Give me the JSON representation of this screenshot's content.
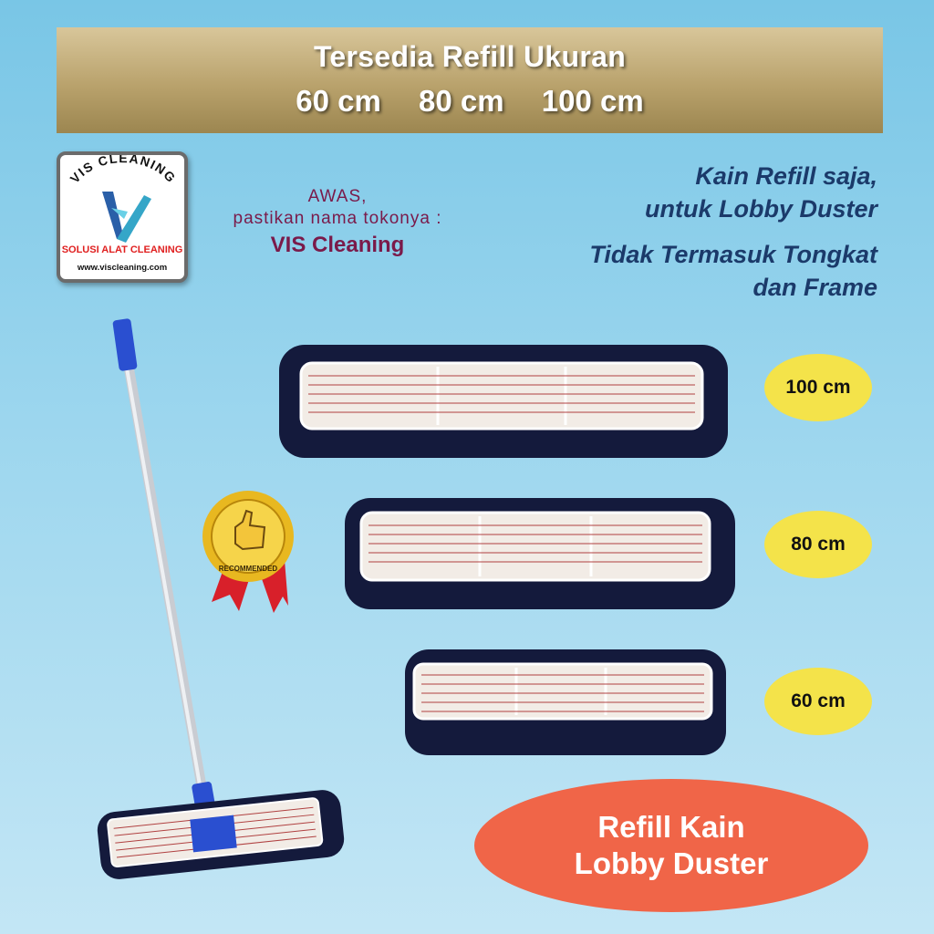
{
  "banner": {
    "title": "Tersedia Refill Ukuran",
    "sizes": [
      "60 cm",
      "80 cm",
      "100 cm"
    ]
  },
  "logo": {
    "brand": "VIS CLEANING",
    "tagline": "SOLUSI ALAT CLEANING",
    "url": "www.viscleaning.com"
  },
  "warning": {
    "line1": "AWAS,",
    "line2": "pastikan nama tokonya :",
    "store": "VIS Cleaning"
  },
  "info": {
    "line1": "Kain Refill saja,",
    "line2": "untuk Lobby Duster",
    "line3": "Tidak Termasuk Tongkat",
    "line4": "dan Frame"
  },
  "badge": {
    "text": "RECOMMENDED"
  },
  "size_labels": [
    "100 cm",
    "80 cm",
    "60 cm"
  ],
  "product": {
    "line1": "Refill Kain",
    "line2": "Lobby Duster"
  },
  "colors": {
    "banner_gold": "#b9a26c",
    "info_text": "#1b3a6a",
    "warning_text": "#7a1a4a",
    "pill": "#f4e34a",
    "product_oval": "#f06548",
    "mop_fringe": "#141a3c",
    "handle_blue": "#2a4fd0"
  }
}
